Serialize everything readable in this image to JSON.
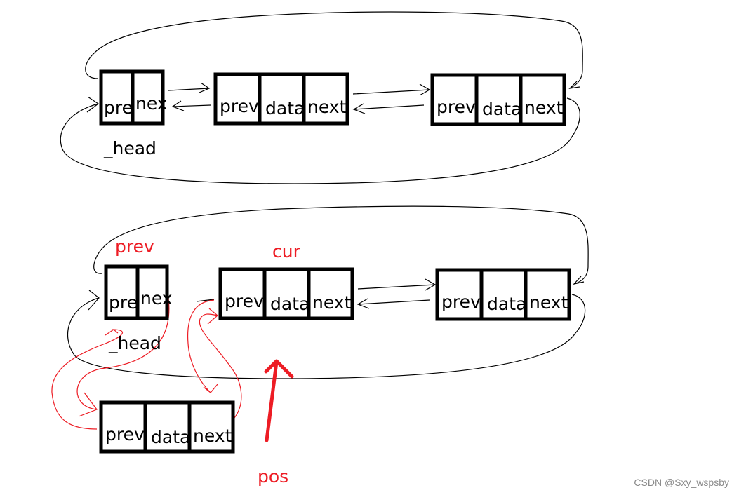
{
  "colors": {
    "ink": "#000000",
    "annotation": "#ed1c24",
    "watermark": "#8a8a8a"
  },
  "top_list": {
    "head": {
      "cells": [
        "pre",
        "nex"
      ],
      "label": "_head"
    },
    "node1": {
      "cells": [
        "prev",
        "data",
        "next"
      ]
    },
    "node2": {
      "cells": [
        "prev",
        "data",
        "next"
      ]
    }
  },
  "bottom_list": {
    "head": {
      "cells": [
        "pre",
        "nex"
      ],
      "label": "_head",
      "pointer_label": "prev"
    },
    "cur_node": {
      "cells": [
        "prev",
        "data",
        "next"
      ],
      "pointer_label": "cur"
    },
    "node2": {
      "cells": [
        "prev",
        "data",
        "next"
      ]
    },
    "new_node": {
      "cells": [
        "prev",
        "data",
        "next"
      ]
    },
    "pos_label": "pos"
  },
  "watermark": "CSDN @Sxy_wspsby"
}
